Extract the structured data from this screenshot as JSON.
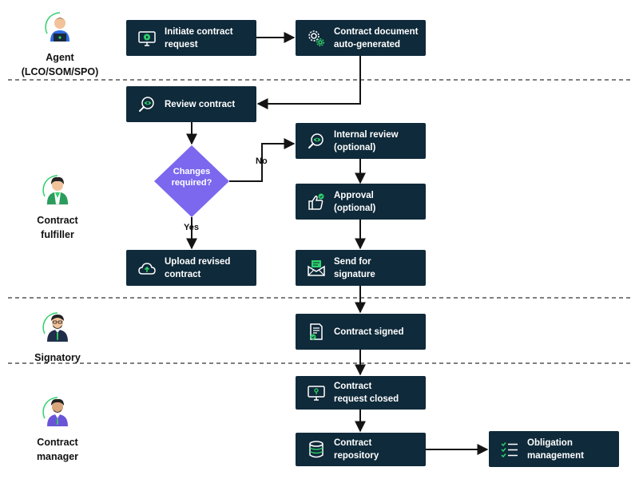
{
  "lanes": [
    {
      "actor": "Agent\n(LCO/SOM/SPO)"
    },
    {
      "actor": "Contract\nfulfiller"
    },
    {
      "actor": "Signatory"
    },
    {
      "actor": "Contract\nmanager"
    }
  ],
  "steps": {
    "initiate": "Initiate contract\nrequest",
    "autogen": "Contract document\nauto-generated",
    "review": "Review contract",
    "internal": "Internal review\n(optional)",
    "approval": "Approval\n(optional)",
    "upload": "Upload revised\ncontract",
    "send": "Send for\nsignature",
    "signed": "Contract signed",
    "closed": "Contract\nrequest closed",
    "repository": "Contract\nrepository",
    "obligation": "Obligation\nmanagement"
  },
  "decision": {
    "label": "Changes\nrequired?",
    "no_label": "No",
    "yes_label": "Yes"
  },
  "colors": {
    "box": "#0f2a3a",
    "decision": "#7b68ee",
    "accent": "#2fd16b"
  }
}
